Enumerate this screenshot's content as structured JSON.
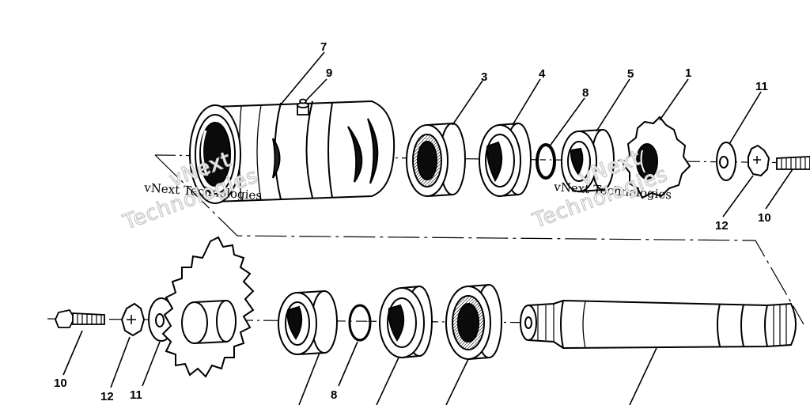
{
  "callouts": {
    "c7": "7",
    "c9": "9",
    "c3": "3",
    "c4": "4",
    "c8_top": "8",
    "c5": "5",
    "c1": "1",
    "c11_top": "11",
    "c12_top": "12",
    "c10_top": "10",
    "c10_bot": "10",
    "c12_bot": "12",
    "c11_bot": "11",
    "c8_bot": "8"
  },
  "watermarks": {
    "left_small": "vNext Technologies",
    "left_big_1": "vNext",
    "left_big_2": "Technologies",
    "right_small": "vNext Technologies",
    "right_big_1": "vNext",
    "right_big_2": "Technologies"
  },
  "colors": {
    "ink": "#000000",
    "paper": "#ffffff",
    "shade": "#1a1a1a",
    "watermark_outline": "#c9c9c9"
  }
}
